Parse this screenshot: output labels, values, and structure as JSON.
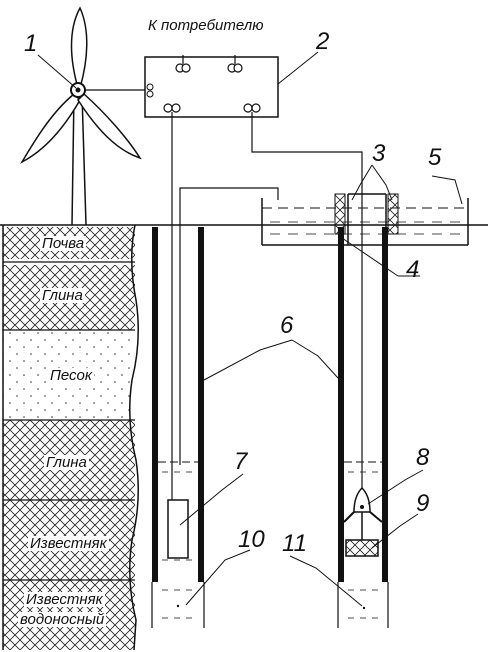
{
  "consumer_label": "К потребителю",
  "labels": {
    "n1": "1",
    "n2": "2",
    "n3": "3",
    "n4": "4",
    "n5": "5",
    "n6": "6",
    "n7": "7",
    "n8": "8",
    "n9": "9",
    "n10": "10",
    "n11": "11"
  },
  "strata": [
    {
      "label": "Почва"
    },
    {
      "label": "Глина"
    },
    {
      "label": "Песок"
    },
    {
      "label": "Глина"
    },
    {
      "label": "Известняк"
    },
    {
      "label": "Известняк водоносный"
    }
  ],
  "strata_lines": {
    "aquifer_line1": "Известняк",
    "aquifer_line2": "водоносный"
  }
}
